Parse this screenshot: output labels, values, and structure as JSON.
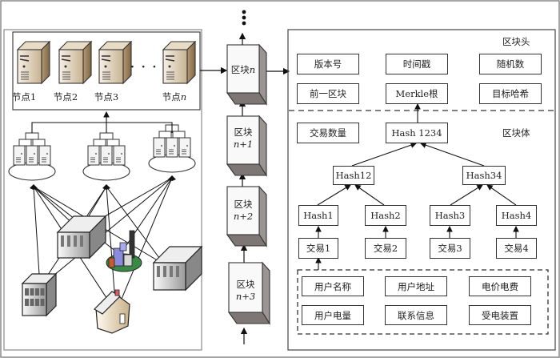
{
  "left_panel": {
    "nodes": [
      {
        "label": "节点1"
      },
      {
        "label": "节点2"
      },
      {
        "label": "节点3"
      },
      {
        "label": "节点",
        "suffix": "n"
      }
    ],
    "ellipsis": "· · ·"
  },
  "chain": {
    "top_ellipsis": "⋮",
    "blocks": [
      {
        "label": "区块",
        "suffix": "n"
      },
      {
        "label": "区块",
        "suffix": "n+1"
      },
      {
        "label": "区块",
        "suffix": "n+2"
      },
      {
        "label": "区块",
        "suffix": "n+3"
      }
    ]
  },
  "block_detail": {
    "header": {
      "title": "区块头",
      "fields": [
        "版本号",
        "时间戳",
        "随机数",
        "前一区块",
        "Merkle根",
        "目标哈希"
      ]
    },
    "body": {
      "title": "区块体",
      "tx_count": "交易数量",
      "root": "Hash 1234",
      "level1": [
        "Hash12",
        "Hash34"
      ],
      "leaves": [
        "Hash1",
        "Hash2",
        "Hash3",
        "Hash4"
      ],
      "transactions": [
        "交易1",
        "交易2",
        "交易3",
        "交易4"
      ],
      "tx_fields": [
        "用户名称",
        "用户地址",
        "电价电费",
        "用户电量",
        "联系信息",
        "受电装置"
      ]
    }
  }
}
